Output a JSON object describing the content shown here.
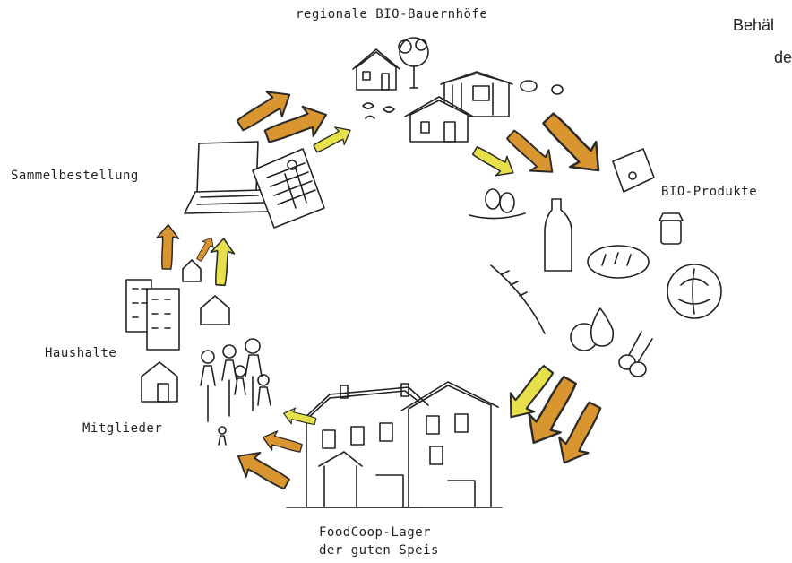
{
  "labels": {
    "farms": "regionale BIO-Bauernhöfe",
    "products": "BIO-Produkte",
    "order": "Sammelbestellung",
    "households": "Haushalte",
    "members": "Mitglieder",
    "store_line1": "FoodCoop-Lager",
    "store_line2": "der guten Speis"
  },
  "cut_text": {
    "line1": "Behäl",
    "line2": "de"
  },
  "colors": {
    "arrow_orange": "#d9952f",
    "arrow_yellow": "#e8e04a",
    "arrow_outline": "#2b2b2b",
    "ink": "#222222"
  }
}
